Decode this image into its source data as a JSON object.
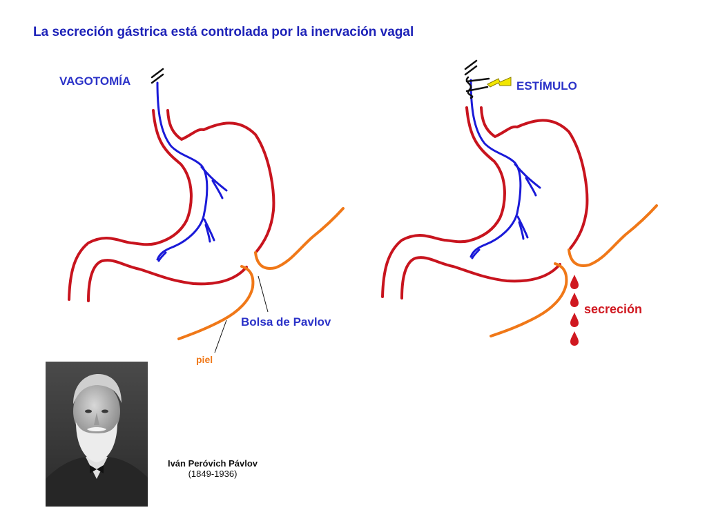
{
  "title": "La secreción gástrica está controlada por  la inervación vagal",
  "left_diagram": {
    "vagotomy_label": "VAGOTOMÍA",
    "pouch_label": "Bolsa de Pavlov",
    "skin_label": "piel"
  },
  "right_diagram": {
    "stimulus_label": "ESTÍMULO",
    "secretion_label": "secreción",
    "secretion_drops": 4
  },
  "portrait": {
    "name": "Iván Peróvich Pávlov",
    "years": "(1849-1936)"
  },
  "colors": {
    "title": "#1d22b8",
    "stomach": "#c8141e",
    "nerve": "#1a1ad8",
    "skin": "#f07818",
    "label_blue": "#2b32c8",
    "secretion": "#d01820",
    "bolt": "#f2e600"
  },
  "icons": [
    "vagotomy-cut-icon",
    "lightning-bolt-icon",
    "secretion-drop-icon",
    "portrait-photo"
  ]
}
